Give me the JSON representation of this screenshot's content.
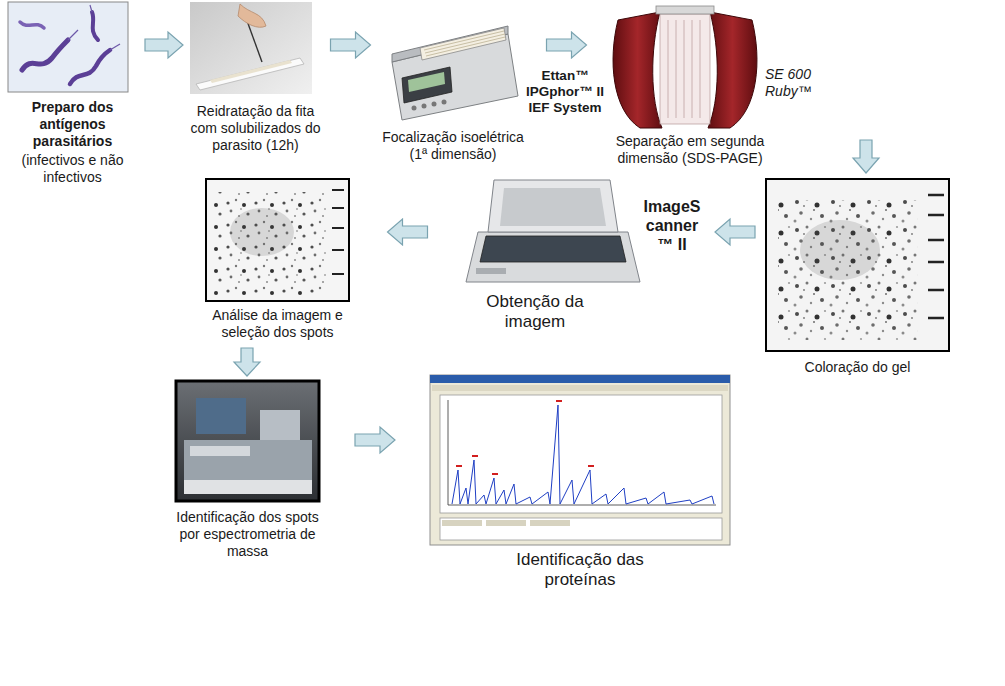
{
  "diagram": {
    "nodes": [
      {
        "text": [
          "Preparo dos antígenos parasitários",
          "(infectivos e não infectivos"
        ]
      },
      {
        "text": [
          "Reidratação da fita com solubilizados do parasito (12h)"
        ]
      },
      {
        "text": [
          "Focalização isoelétrica (1ª dimensão)",
          "Ettan™ IPGphor™ II IEF System"
        ]
      },
      {
        "text": [
          "Separação em segunda dimensão (SDS-PAGE)",
          "SE 600 Ruby™"
        ]
      },
      {
        "text": [
          "Coloração do gel"
        ]
      },
      {
        "text": [
          "Obtenção da imagem",
          "ImageScanner™ II"
        ]
      },
      {
        "text": [
          "Análise da imagem e seleção dos spots"
        ]
      },
      {
        "text": [
          "Identificação dos spots por espectrometria de massa"
        ]
      },
      {
        "text": [
          "Identificação das proteínas"
        ]
      }
    ],
    "edges": [
      {
        "from": 0,
        "to": 1,
        "arrow": "to"
      },
      {
        "from": 1,
        "to": 2,
        "arrow": "to"
      },
      {
        "from": 2,
        "to": 3,
        "arrow": "to"
      },
      {
        "from": 3,
        "to": 4,
        "arrow": "to"
      },
      {
        "from": 4,
        "to": 5,
        "arrow": "to"
      },
      {
        "from": 5,
        "to": 6,
        "arrow": "to"
      },
      {
        "from": 6,
        "to": 7,
        "arrow": "to"
      },
      {
        "from": 7,
        "to": 8,
        "arrow": "to"
      }
    ]
  }
}
